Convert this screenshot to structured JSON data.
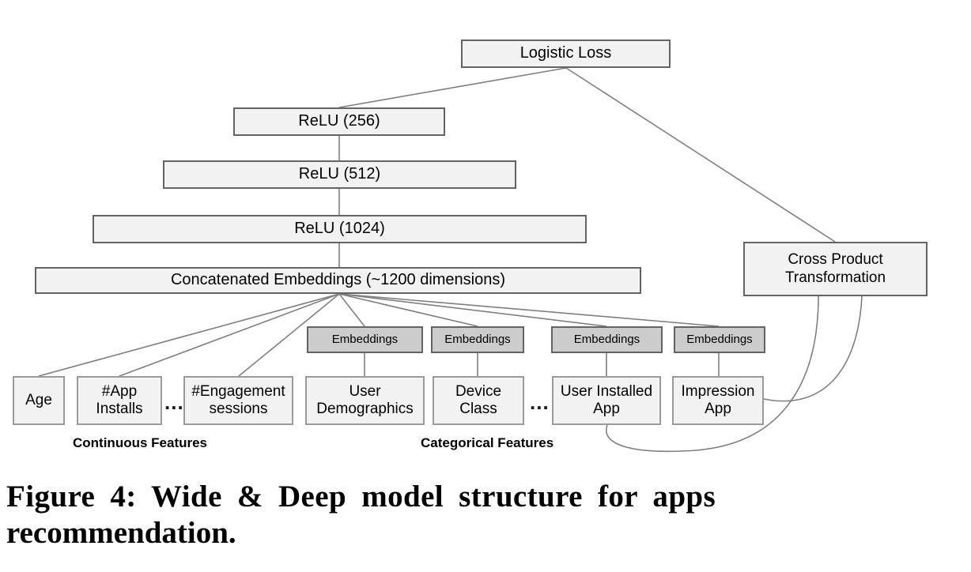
{
  "figure": {
    "caption_line1": "Figure 4:  Wide & Deep model structure for apps",
    "caption_line2": "recommendation.",
    "ellipsis_glyph": "..."
  },
  "diagram": {
    "type": "neural-network-architecture",
    "colors": {
      "node_fill_light": "#f2f2f2",
      "node_fill_embedding": "#cccccc",
      "node_border_dark": "#636363",
      "node_border_light": "#9a9a9a",
      "edge": "#7f7f7f",
      "text": "#000000"
    },
    "output_node": {
      "label": "Logistic Loss"
    },
    "deep_layers": [
      {
        "label": "ReLU (256)"
      },
      {
        "label": "ReLU (512)"
      },
      {
        "label": "ReLU (1024)"
      },
      {
        "label": "Concatenated Embeddings (~1200 dimensions)"
      }
    ],
    "wide_node": {
      "label": "Cross Product\nTransformation"
    },
    "embedding_label": "Embeddings",
    "embeddings": [
      {
        "label": "Embeddings"
      },
      {
        "label": "Embeddings"
      },
      {
        "label": "Embeddings"
      },
      {
        "label": "Embeddings"
      }
    ],
    "continuous_features": {
      "group_label": "Continuous Features",
      "items": [
        {
          "label": "Age"
        },
        {
          "label": "#App\nInstalls"
        },
        {
          "label": "#Engagement\nsessions"
        }
      ],
      "ellipsis_after_index": 1
    },
    "categorical_features": {
      "group_label": "Categorical Features",
      "items": [
        {
          "label": "User\nDemographics"
        },
        {
          "label": "Device\nClass"
        },
        {
          "label": "User Installed\nApp"
        },
        {
          "label": "Impression\nApp"
        }
      ],
      "ellipsis_after_index": 1
    }
  }
}
